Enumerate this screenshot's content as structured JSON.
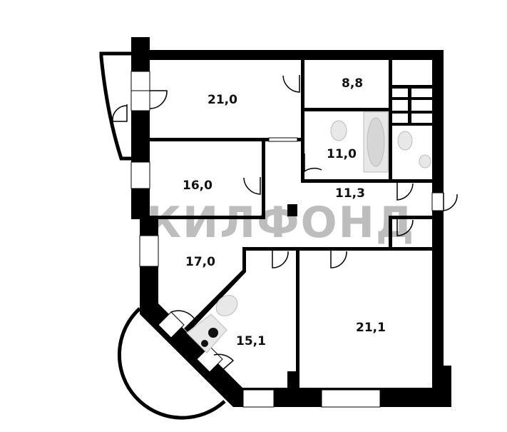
{
  "floorplan": {
    "watermark": "КИЛФОНД",
    "rooms": [
      {
        "id": "room-1",
        "area": "21,0"
      },
      {
        "id": "room-2",
        "area": "8,8"
      },
      {
        "id": "room-3",
        "area": "11,0"
      },
      {
        "id": "room-4",
        "area": "16,0"
      },
      {
        "id": "room-5",
        "area": "11,3"
      },
      {
        "id": "room-6",
        "area": "17,0"
      },
      {
        "id": "room-7",
        "area": "15,1"
      },
      {
        "id": "room-8",
        "area": "21,1"
      }
    ],
    "colors": {
      "wall": "#000000",
      "background": "#ffffff",
      "watermark": "#a8a8a8"
    }
  }
}
